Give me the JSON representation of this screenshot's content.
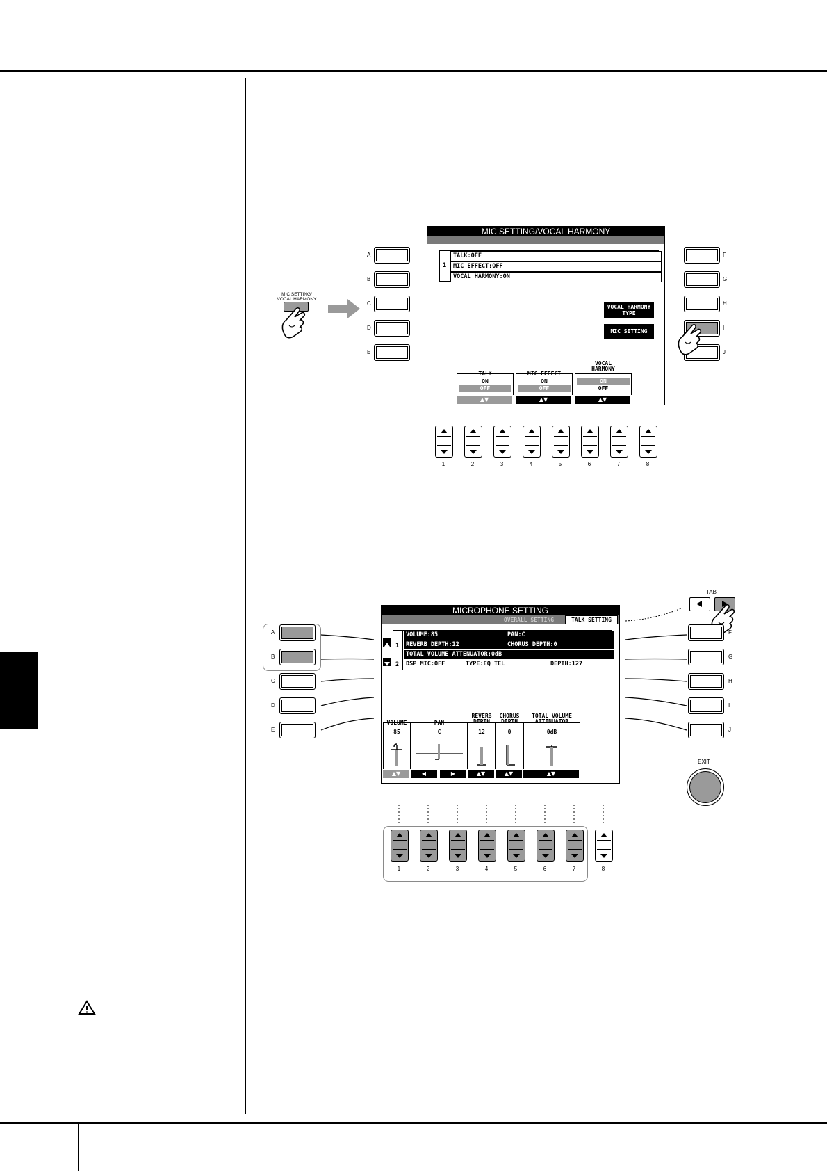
{
  "figure1": {
    "panel_button_label": "MIC SETTING/\nVOCAL HARMONY",
    "screen_title": "MIC SETTING/VOCAL HARMONY",
    "list_number": "1",
    "rows": [
      "TALK:OFF",
      "MIC EFFECT:OFF",
      "VOCAL HARMONY:ON"
    ],
    "side_buttons_left": [
      "A",
      "B",
      "C",
      "D",
      "E"
    ],
    "side_buttons_right": [
      "F",
      "G",
      "H",
      "I",
      "J"
    ],
    "vocal_harmony_type_button": "VOCAL HARMONY\nTYPE",
    "mic_setting_button": "MIC SETTING",
    "bottom_groups": [
      {
        "title": "TALK",
        "options": [
          "ON",
          "OFF"
        ],
        "selected": "OFF",
        "arrows": "▲▼"
      },
      {
        "title": "MIC EFFECT",
        "options": [
          "ON",
          "OFF"
        ],
        "selected": "OFF",
        "arrows": "▲▼"
      },
      {
        "title": "VOCAL\nHARMONY",
        "options": [
          "ON",
          "OFF"
        ],
        "selected": "ON",
        "arrows": "▲▼"
      }
    ],
    "number_buttons": [
      "1",
      "2",
      "3",
      "4",
      "5",
      "6",
      "7",
      "8"
    ]
  },
  "figure2": {
    "screen_title": "MICROPHONE SETTING",
    "tabs": [
      "OVERALL SETTING",
      "TALK SETTING"
    ],
    "active_tab": "TALK SETTING",
    "tab_button_label": "TAB",
    "exit_label": "EXIT",
    "rows": [
      {
        "num": "",
        "left": "VOLUME:85",
        "right": "PAN:C"
      },
      {
        "num": "1",
        "left": "REVERB DEPTH:12",
        "right": "CHORUS DEPTH:0"
      },
      {
        "num": "",
        "left": "TOTAL VOLUME ATTENUATOR:0dB",
        "right": ""
      },
      {
        "num": "2",
        "left": "DSP MIC:OFF",
        "mid": "TYPE:EQ TEL",
        "right": "DEPTH:127"
      }
    ],
    "side_buttons_left": [
      "A",
      "B",
      "C",
      "D",
      "E"
    ],
    "side_buttons_right": [
      "F",
      "G",
      "H",
      "I",
      "J"
    ],
    "params": [
      {
        "title": "VOLUME",
        "value": "85"
      },
      {
        "title": "PAN",
        "value": "C"
      },
      {
        "title": "REVERB\nDEPTH",
        "value": "12"
      },
      {
        "title": "CHORUS\nDEPTH",
        "value": "0"
      },
      {
        "title": "TOTAL VOLUME\nATTENUATOR",
        "value": "0dB"
      }
    ],
    "number_buttons": [
      "1",
      "2",
      "3",
      "4",
      "5",
      "6",
      "7",
      "8"
    ]
  }
}
